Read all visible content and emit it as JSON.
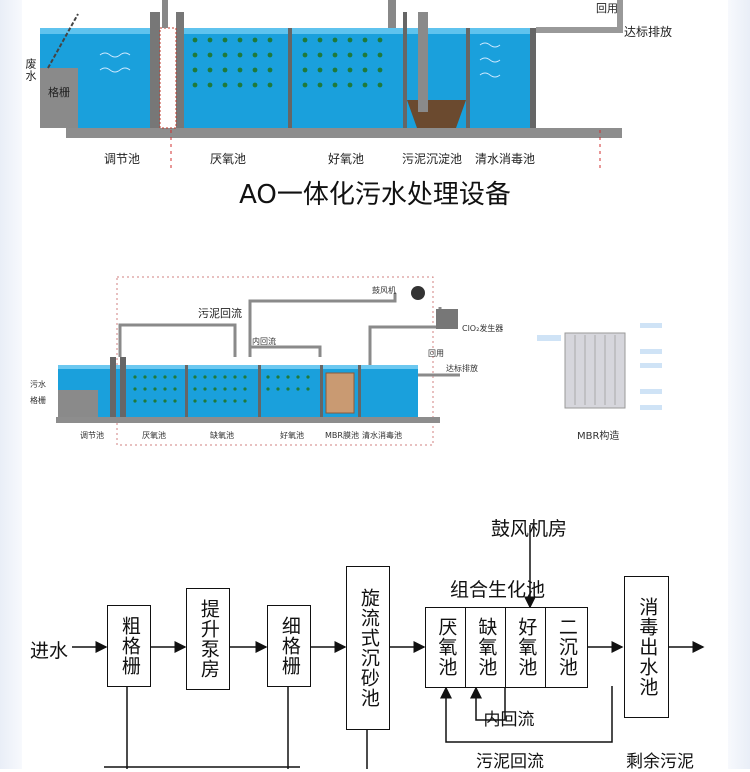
{
  "top": {
    "inlet": "废水",
    "screen": "格栅",
    "reuse": "回用",
    "discharge": "达标排放",
    "tanks": [
      "调节池",
      "厌氧池",
      "好氧池",
      "污泥沉淀池",
      "清水消毒池"
    ],
    "title": "AO一体化污水处理设备"
  },
  "mid": {
    "blower": "鼓风机",
    "clo2": "ClO₂发生器",
    "sludge_return": "污泥回流",
    "inner_return": "内回流",
    "reuse": "回用",
    "discharge": "达标排放",
    "inlet": "污水",
    "screen": "格栅",
    "tanks": [
      "调节池",
      "厌氧池",
      "缺氧池",
      "好氧池",
      "MBR膜池",
      "清水消毒池"
    ],
    "mbr_caption": "MBR构造"
  },
  "flow": {
    "blower_room": "鼓风机房",
    "bio_group": "组合生化池",
    "inlet": "进水",
    "coarse": "粗格栅",
    "pump": "提升泵房",
    "fine": "细格栅",
    "grit": "旋流式沉砂池",
    "anaerobic": "厌氧池",
    "anoxic": "缺氧池",
    "aerobic": "好氧池",
    "secondary": "二沉池",
    "disinfect": "消毒出水池",
    "inner_return": "内回流",
    "sludge_return": "污泥回流",
    "excess_sludge": "剩余污泥"
  }
}
